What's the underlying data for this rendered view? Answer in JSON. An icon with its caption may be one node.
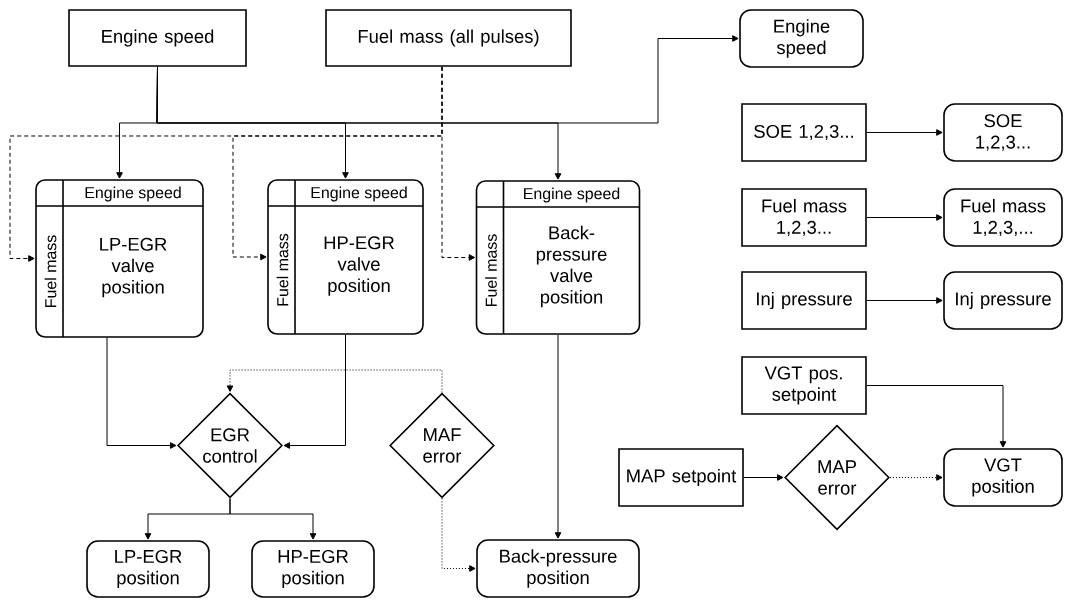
{
  "diagram": {
    "nodes": [
      {
        "text": [
          "Engine speed"
        ]
      },
      {
        "text": [
          "Fuel mass (all pulses)"
        ]
      },
      {
        "text": [
          "Engine speed"
        ]
      },
      {
        "text": [
          "Engine speed",
          "Fuel mass",
          "LP-EGR valve position"
        ]
      },
      {
        "text": [
          "Engine speed",
          "Fuel mass",
          "HP-EGR valve position"
        ]
      },
      {
        "text": [
          "Engine speed",
          "Fuel mass",
          "Back-pressure valve position"
        ]
      },
      {
        "text": [
          "EGR control"
        ]
      },
      {
        "text": [
          "MAF error"
        ]
      },
      {
        "text": [
          "LP-EGR position"
        ]
      },
      {
        "text": [
          "HP-EGR position"
        ]
      },
      {
        "text": [
          "Back-pressure position"
        ]
      },
      {
        "text": [
          "SOE 1,2,3..."
        ]
      },
      {
        "text": [
          "SOE 1,2,3..."
        ]
      },
      {
        "text": [
          "Fuel mass 1,2,3..."
        ]
      },
      {
        "text": [
          "Fuel mass 1,2,3,..."
        ]
      },
      {
        "text": [
          "Inj pressure"
        ]
      },
      {
        "text": [
          "Inj pressure"
        ]
      },
      {
        "text": [
          "VGT pos. setpoint"
        ]
      },
      {
        "text": [
          "MAP setpoint"
        ]
      },
      {
        "text": [
          "MAP error"
        ]
      },
      {
        "text": [
          "VGT position"
        ]
      }
    ],
    "edges": [
      {
        "from": 0,
        "to": 3,
        "arrow": "to"
      },
      {
        "from": 0,
        "to": 4,
        "arrow": "to"
      },
      {
        "from": 0,
        "to": 5,
        "arrow": "to"
      },
      {
        "from": 0,
        "to": 2,
        "arrow": "to"
      },
      {
        "from": 1,
        "to": 3,
        "arrow": "to",
        "style": "dashed"
      },
      {
        "from": 1,
        "to": 4,
        "arrow": "to",
        "style": "dashed"
      },
      {
        "from": 1,
        "to": 5,
        "arrow": "to",
        "style": "dashed"
      },
      {
        "from": 3,
        "to": 6,
        "arrow": "to"
      },
      {
        "from": 4,
        "to": 6,
        "arrow": "to"
      },
      {
        "from": 6,
        "to": 8,
        "arrow": "to"
      },
      {
        "from": 6,
        "to": 9,
        "arrow": "to"
      },
      {
        "from": 5,
        "to": 10,
        "arrow": "to"
      },
      {
        "from": 7,
        "to": 6,
        "arrow": "to",
        "style": "dashed"
      },
      {
        "from": 7,
        "to": 10,
        "arrow": "to",
        "style": "dashed"
      },
      {
        "from": 11,
        "to": 12,
        "arrow": "to"
      },
      {
        "from": 13,
        "to": 14,
        "arrow": "to"
      },
      {
        "from": 15,
        "to": 16,
        "arrow": "to"
      },
      {
        "from": 17,
        "to": 20,
        "arrow": "to"
      },
      {
        "from": 18,
        "to": 19,
        "arrow": "to"
      },
      {
        "from": 19,
        "to": 20,
        "arrow": "to",
        "style": "dashed"
      }
    ]
  }
}
